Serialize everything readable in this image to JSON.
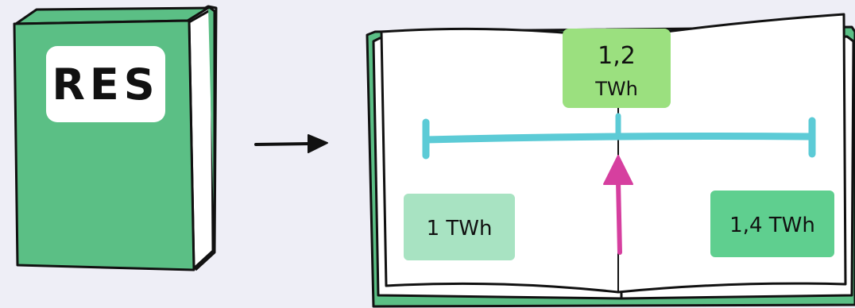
{
  "book": {
    "title": "RES"
  },
  "scale": {
    "low_label": "1 TWh",
    "mid_value": "1,2",
    "mid_unit": "TWh",
    "high_label": "1,4 TWh"
  },
  "colors": {
    "background": "#eeeef6",
    "book_green": "#5bbf85",
    "scale_line": "#5ccbd6",
    "pointer_arrow": "#d63f9f",
    "box_low": "#a8e3c2",
    "box_mid": "#9be07f",
    "box_high": "#5fcf8f"
  }
}
